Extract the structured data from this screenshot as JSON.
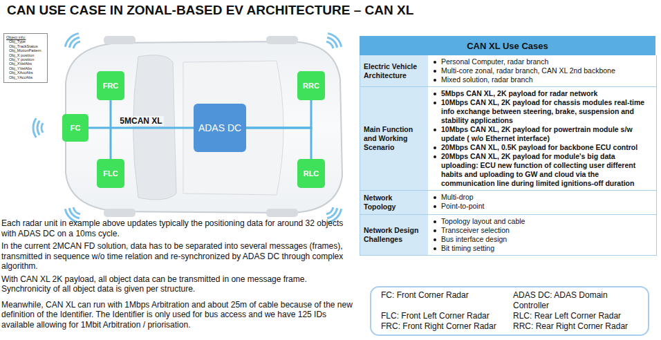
{
  "diagram": {
    "title": "CAN USE CASE IN ZONAL-BASED EV ARCHITECTURE – CAN XL",
    "nodes": [
      {
        "text": [
          "Object info:",
          "Obj_Type",
          "Obj_TrackStatus",
          "Obj_MotionPattern",
          "Obj_X position",
          "Obj_Y position",
          "Obj_XVelAbs",
          "Obj_YVelAbs",
          "Obj_XAccAbs",
          "Obj_YAccAbs"
        ]
      },
      {
        "text": [
          "FRC"
        ]
      },
      {
        "text": [
          "RRC"
        ]
      },
      {
        "text": [
          "FC"
        ]
      },
      {
        "text": [
          "ADAS DC"
        ]
      },
      {
        "text": [
          "FLC"
        ]
      },
      {
        "text": [
          "RLC"
        ]
      },
      {
        "text": [
          "CAN XL Use Cases"
        ]
      },
      {
        "text": [
          "FC: Front Corner Radar",
          "ADAS DC: ADAS Domain Controller",
          "FLC: Front Left Corner Radar",
          "RLC: Rear Left Corner Radar",
          "FRC: Front Right Corner Radar",
          "RRC: Rear Right Corner Radar"
        ]
      }
    ],
    "edges": [
      {
        "from": 3,
        "to": 4,
        "arrow": "none",
        "label": "5MCAN XL"
      },
      {
        "from": 1,
        "to": 5,
        "arrow": "none"
      },
      {
        "from": 4,
        "to": 2,
        "arrow": "none"
      },
      {
        "from": 4,
        "to": 6,
        "arrow": "none"
      }
    ],
    "labels": [
      "Each radar unit in example above updates typically the positioning data for around 32 objects with ADAS DC on a 10ms cycle.",
      "In the current 2MCAN FD solution, data has to be separated into several messages (frames), transmitted in sequence w/o time relation and re-synchronized by ADAS DC through complex algorithm.",
      "With CAN XL 2K payload, all object data can be transmitted in one message frame. Synchronicity of all object data is given per structure.",
      "Meanwhile, CAN XL can run with 1Mbps Arbitration and about 25m of cable because of the new definition of the Identifier. The Identifier is only used for bus access and we have 125 IDs available allowing for 1Mbit Arbitration / priorisation.",
      "Electric Vehicle Architecture",
      "Personal Computer, radar branch",
      "Multi-core zonal, radar branch, CAN XL 2nd backbone",
      "Mixed solution, radar branch",
      "Main Function and Working Scenario",
      "5Mbps CAN XL, 2K payload for radar network",
      "10Mbps CAN XL, 2K payload for chassis modules real-time info exchange between steering, brake, suspension and stability applications",
      "10Mbps CAN XL, 2K payload for powertrain module s/w update ( w/o Ethernet interface)",
      "20Mbps CAN XL, 0.5K payload for backbone ECU control",
      "20Mbps CAN XL, 2K payload for module's big data uploading: ECU new function of collecting user different habits and uploading to GW and cloud via the communication line during limited ignitions-off duration",
      "Network Topology",
      "Multi-drop",
      "Point-to-point",
      "Network Design Challenges",
      "Topology layout and cable",
      "Transceiver selection",
      "Bus interface design",
      "Bit timing setting"
    ]
  }
}
